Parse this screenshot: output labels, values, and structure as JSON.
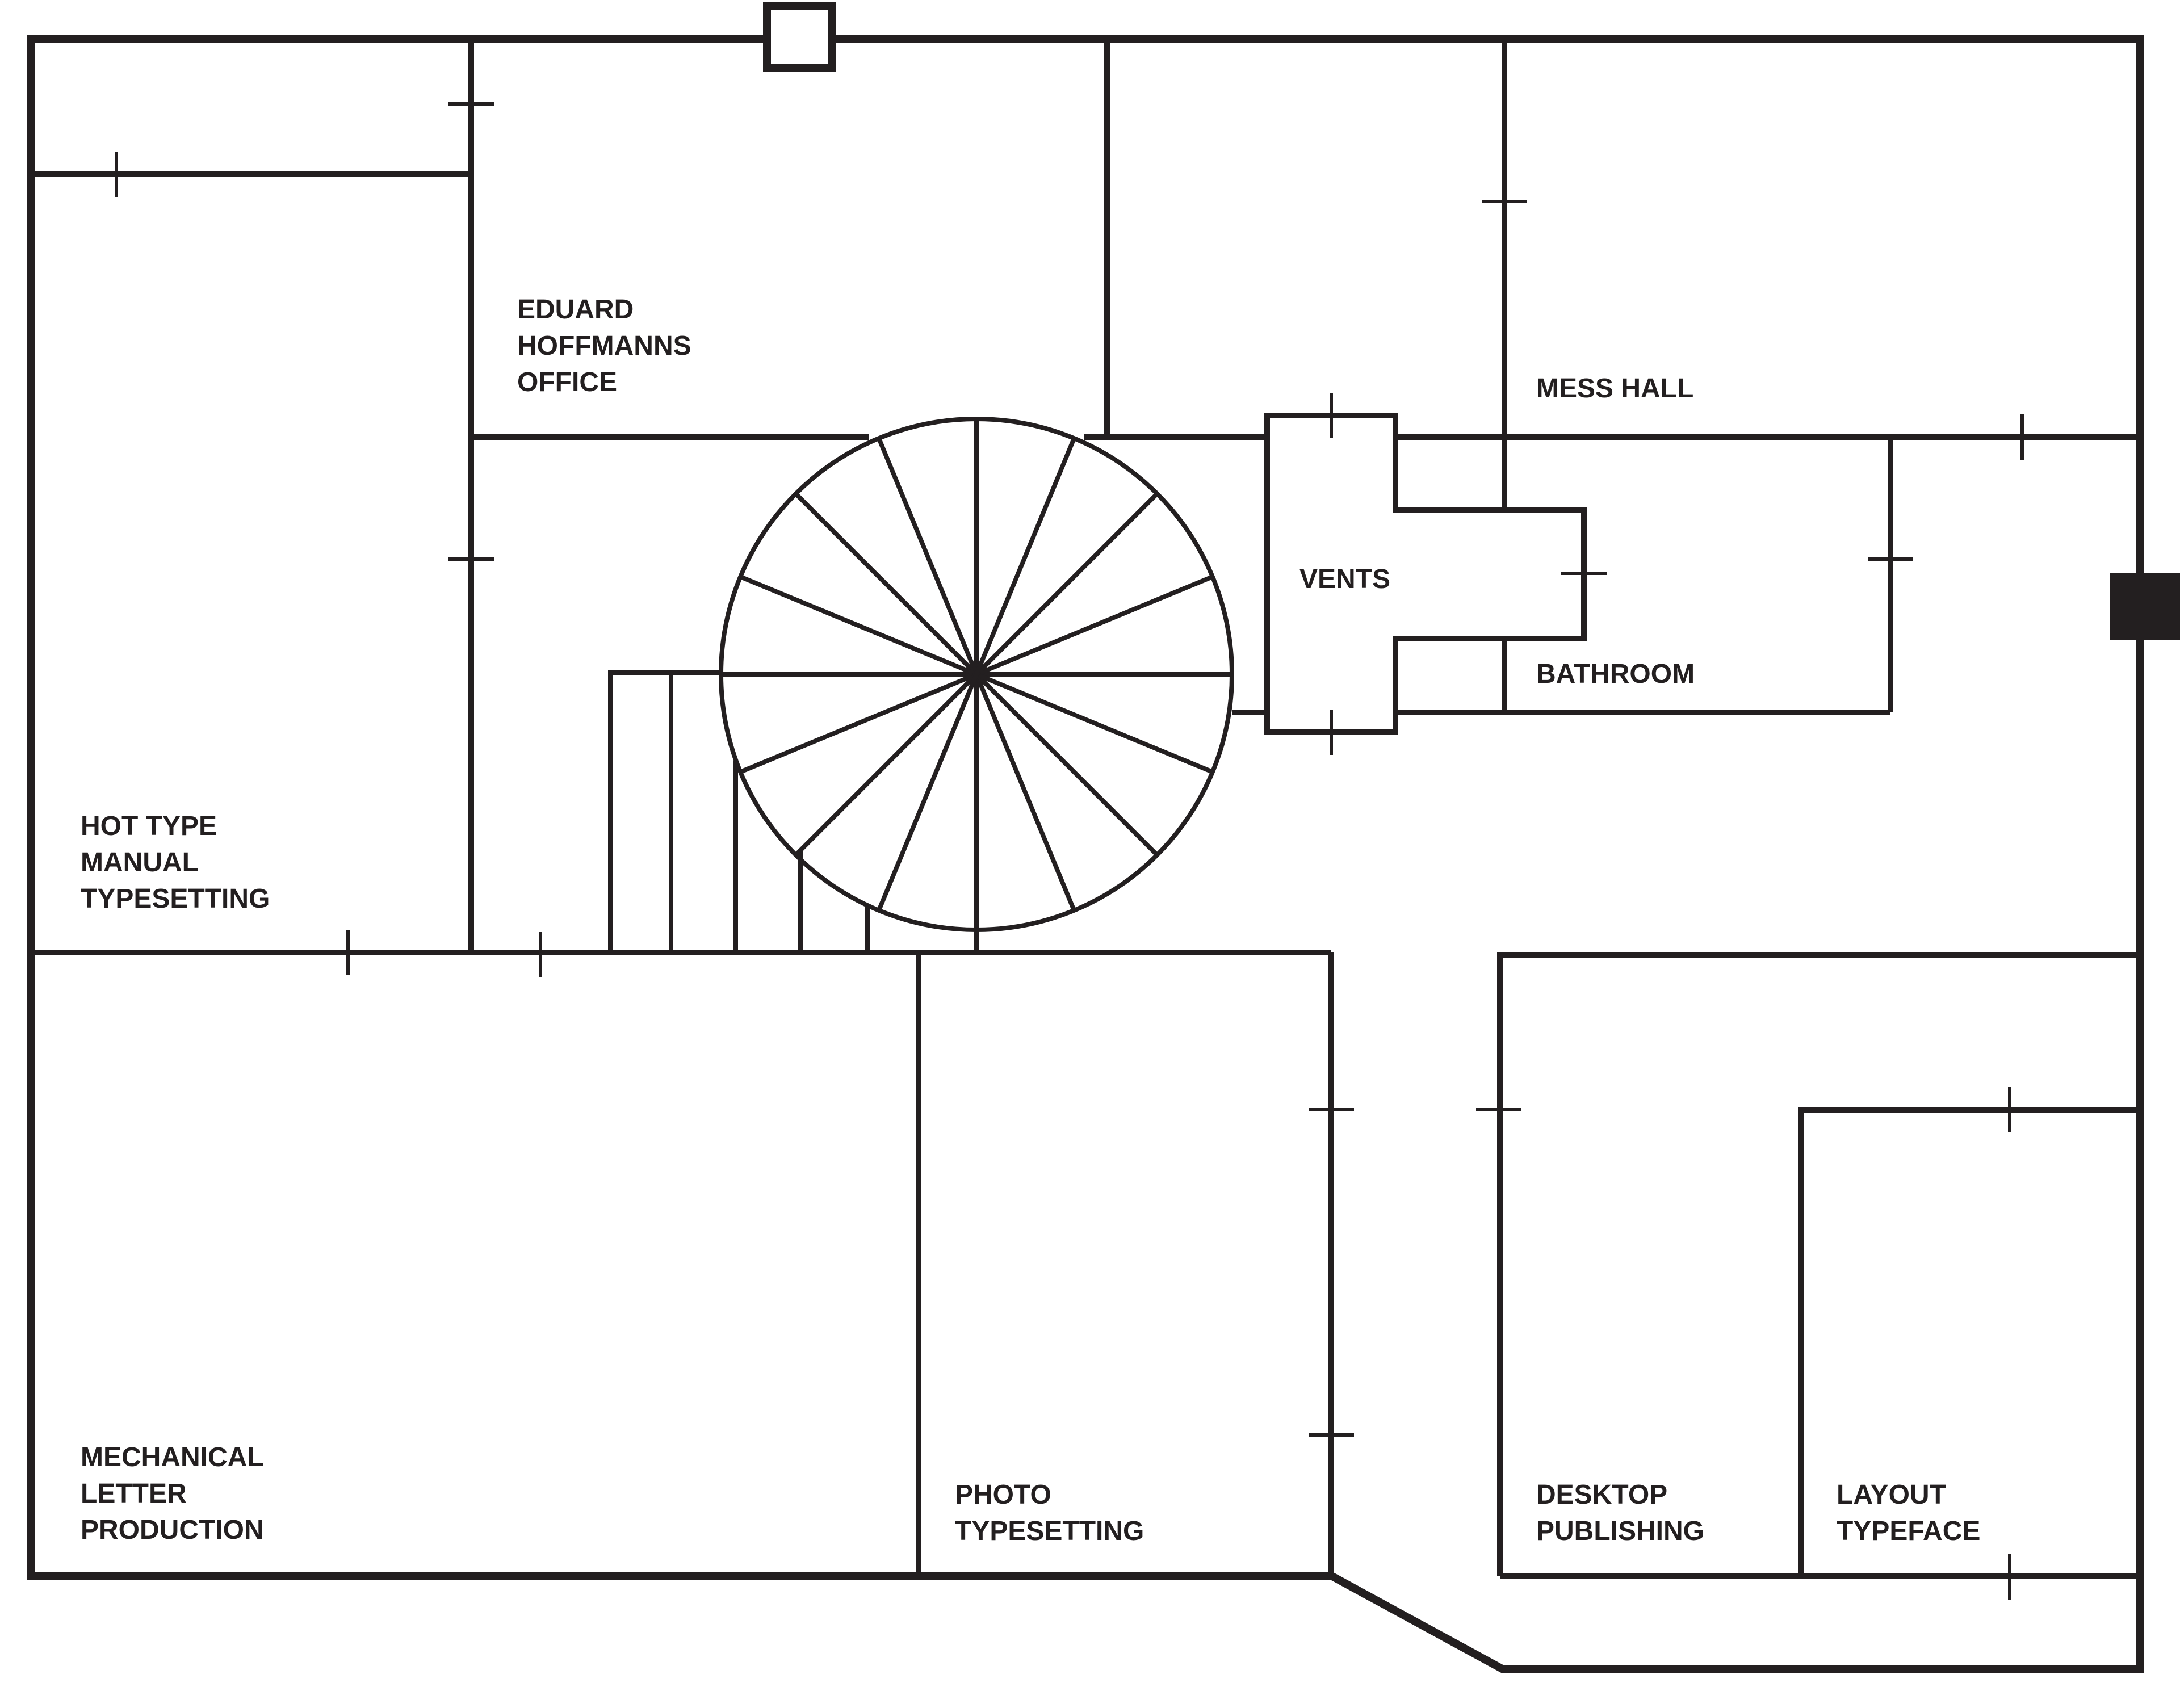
{
  "rooms": {
    "office": [
      "EDUARD",
      "HOFFMANNS",
      "OFFICE"
    ],
    "mess_hall": [
      "MESS HALL"
    ],
    "vents": [
      "VENTS"
    ],
    "bathroom": [
      "BATHROOM"
    ],
    "hot_type": [
      "HOT TYPE",
      "MANUAL",
      "TYPESETTING"
    ],
    "mechanical": [
      "MECHANICAL",
      "LETTER",
      "PRODUCTION"
    ],
    "photo": [
      "PHOTO",
      "TYPESETTING"
    ],
    "desktop": [
      "DESKTOP",
      "PUBLISHING"
    ],
    "layout": [
      "LAYOUT",
      "TYPEFACE"
    ]
  },
  "colors": {
    "line": "#231f20",
    "background": "#ffffff"
  }
}
